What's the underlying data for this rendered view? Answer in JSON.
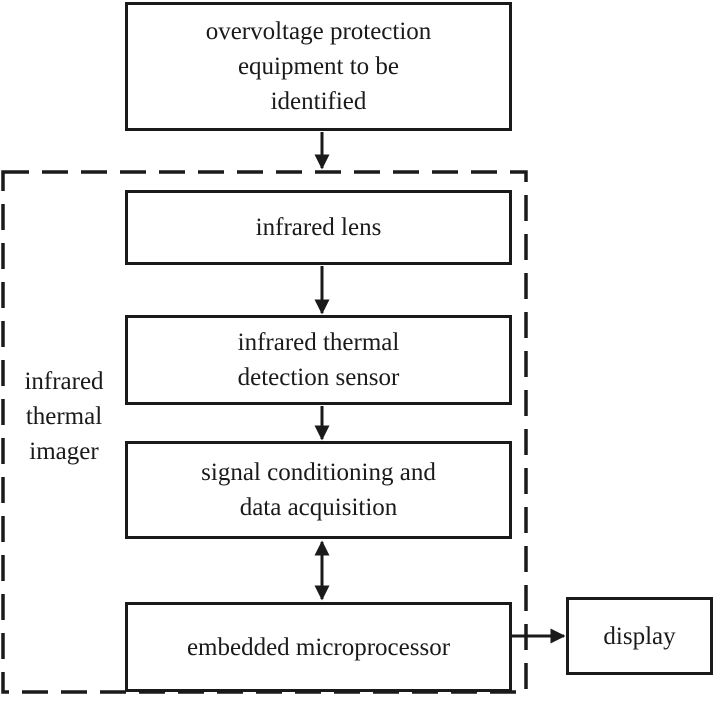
{
  "nodes": {
    "equipment": {
      "lines": [
        "overvoltage protection",
        "equipment to be",
        "identified"
      ]
    },
    "lens": {
      "lines": [
        "infrared lens"
      ]
    },
    "sensor": {
      "lines": [
        "infrared thermal",
        "detection sensor"
      ]
    },
    "signal": {
      "lines": [
        "signal conditioning and",
        "data acquisition"
      ]
    },
    "processor": {
      "lines": [
        "embedded microprocessor"
      ]
    },
    "display": {
      "lines": [
        "display"
      ]
    }
  },
  "group": {
    "lines": [
      "infrared",
      "thermal",
      "imager"
    ]
  },
  "edges": [
    {
      "from": "equipment",
      "to": "lens",
      "style": "one-way"
    },
    {
      "from": "lens",
      "to": "sensor",
      "style": "one-way"
    },
    {
      "from": "sensor",
      "to": "signal",
      "style": "one-way"
    },
    {
      "from": "signal",
      "to": "processor",
      "style": "two-way"
    },
    {
      "from": "processor",
      "to": "display",
      "style": "one-way"
    }
  ],
  "colors": {
    "stroke": "#1a1a1a",
    "background": "#ffffff"
  }
}
